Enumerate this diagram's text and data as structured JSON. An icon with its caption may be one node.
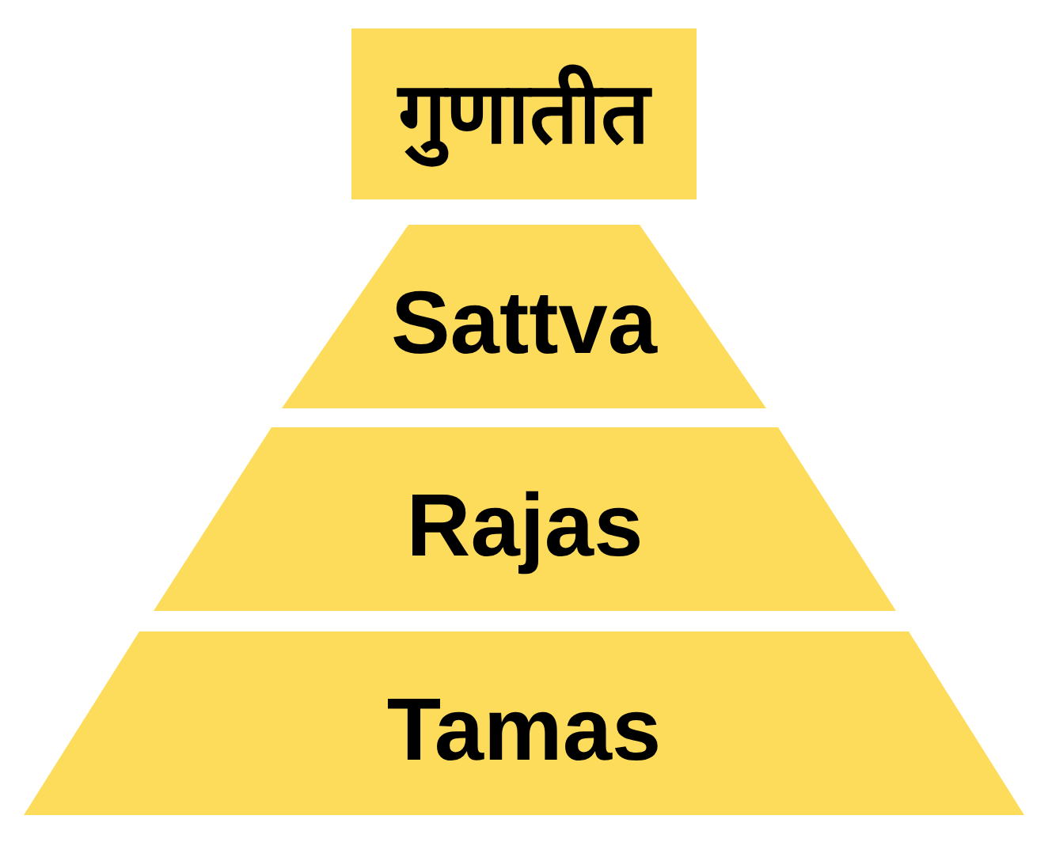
{
  "diagram": {
    "nodes": [
      {
        "text": [
          "गुणातीत"
        ]
      },
      {
        "text": [
          "Sattva"
        ]
      },
      {
        "text": [
          "Rajas"
        ]
      },
      {
        "text": [
          "Tamas"
        ]
      }
    ]
  }
}
